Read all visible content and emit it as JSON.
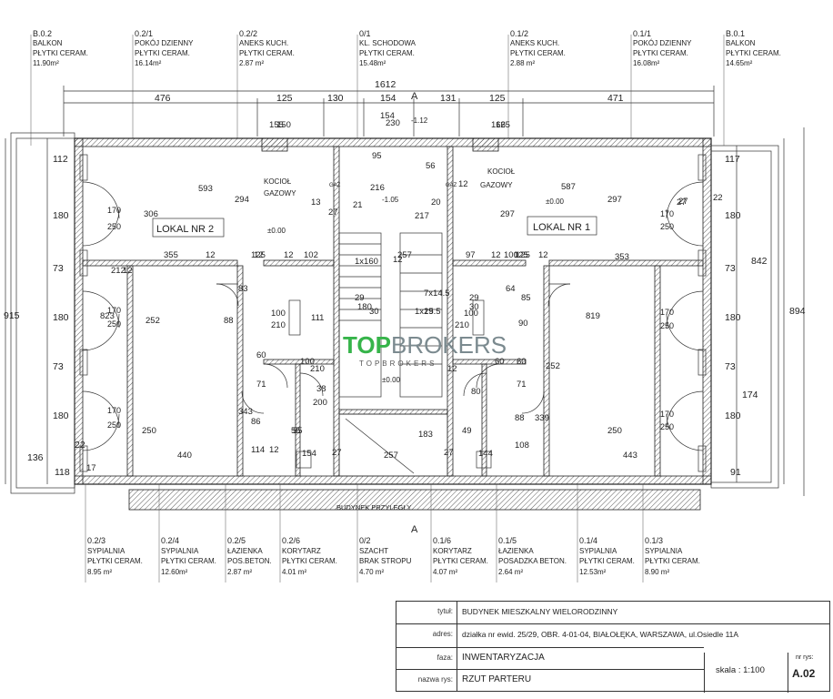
{
  "title_block": {
    "title_label": "tytuł:",
    "title": "BUDYNEK MIESZKALNY WIELORODZINNY",
    "address_label": "adres:",
    "address": "działka nr ewid. 25/29, OBR. 4-01-04, BIAŁOŁĘKA, WARSZAWA, ul.Osiedle 11A",
    "phase_label": "faza:",
    "phase": "INWENTARYZACJA",
    "drawing_label": "nazwa rys:",
    "drawing_name": "RZUT PARTERU",
    "scale": "skala : 1:100",
    "drawing_no_label": "nr rys:",
    "drawing_no": "A.02"
  },
  "watermark": {
    "part1": "TOP",
    "part2": "BROKERS",
    "sub": "TOPBROKERS"
  },
  "units": {
    "left": "LOKAL NR 2",
    "right": "LOKAL NR 1"
  },
  "adjacent_building": "BUDYNEK PRZYLEGŁY",
  "section_mark": "A",
  "rooms_top": [
    {
      "code": "B.0.2",
      "name": "BALKON",
      "floor": "PŁYTKI CERAM.",
      "area": "11.90m²"
    },
    {
      "code": "0.2/1",
      "name": "POKÓJ DZIENNY",
      "floor": "PŁYTKI CERAM.",
      "area": "16.14m²"
    },
    {
      "code": "0.2/2",
      "name": "ANEKS KUCH.",
      "floor": "PŁYTKI CERAM.",
      "area": "2.87 m²"
    },
    {
      "code": "0/1",
      "name": "KL. SCHODOWA",
      "floor": "PŁYTKI CERAM.",
      "area": "15.48m²"
    },
    {
      "code": "0.1/2",
      "name": "ANEKS KUCH.",
      "floor": "PŁYTKI CERAM.",
      "area": "2.88 m²"
    },
    {
      "code": "0.1/1",
      "name": "POKÓJ DZIENNY",
      "floor": "PŁYTKI CERAM.",
      "area": "16.08m²"
    },
    {
      "code": "B.0.1",
      "name": "BALKON",
      "floor": "PŁYTKI CERAM.",
      "area": "14.65m²"
    }
  ],
  "rooms_bottom": [
    {
      "code": "0.2/3",
      "name": "SYPIALNIA",
      "floor": "PŁYTKI CERAM.",
      "area": "8.95 m²"
    },
    {
      "code": "0.2/4",
      "name": "SYPIALNIA",
      "floor": "PŁYTKI CERAM.",
      "area": "12.60m²"
    },
    {
      "code": "0.2/5",
      "name": "ŁAZIENKA",
      "floor": "POS.BETON.",
      "area": "2.87 m²"
    },
    {
      "code": "0.2/6",
      "name": "KORYTARZ",
      "floor": "PŁYTKI CERAM.",
      "area": "4.01 m²"
    },
    {
      "code": "0/2",
      "name": "SZACHT",
      "floor": "BRAK STROPU",
      "area": "4.70 m²"
    },
    {
      "code": "0.1/6",
      "name": "KORYTARZ",
      "floor": "PŁYTKI CERAM.",
      "area": "4.07 m²"
    },
    {
      "code": "0.1/5",
      "name": "ŁAZIENKA",
      "floor": "POSADZKA BETON.",
      "area": "2.64 m²"
    },
    {
      "code": "0.1/4",
      "name": "SYPIALNIA",
      "floor": "PŁYTKI CERAM.",
      "area": "12.53m²"
    },
    {
      "code": "0.1/3",
      "name": "SYPIALNIA",
      "floor": "PŁYTKI CERAM.",
      "area": "8.90 m²"
    }
  ],
  "labels": {
    "boiler": "KOCIOŁ",
    "gas": "GAZOWY",
    "level_zero": "±0.00",
    "level_105": "-1.05",
    "level_112": "-1.12",
    "gaz": "GAZ"
  },
  "dims": {
    "overall": "1612",
    "top": [
      "476",
      "125",
      "130",
      "154",
      "131",
      "125",
      "471"
    ],
    "left_side": [
      "915",
      "136",
      "118"
    ],
    "right_side": [
      "842",
      "894",
      "174",
      "91"
    ],
    "left_vert": [
      "112",
      "180",
      "73",
      "180",
      "73",
      "180",
      "22"
    ],
    "right_vert": [
      "117",
      "180",
      "73",
      "180",
      "73",
      "180"
    ],
    "win_left": [
      [
        "170",
        "250"
      ],
      [
        "170",
        "250"
      ],
      [
        "170",
        "250"
      ]
    ],
    "win_right": [
      [
        "170",
        "250"
      ],
      [
        "170",
        "250"
      ],
      [
        "170",
        "250"
      ]
    ],
    "interior": [
      "593",
      "294",
      "306",
      "355",
      "12",
      "125",
      "12",
      "102",
      "13",
      "27",
      "21",
      "216",
      "95",
      "55",
      "217",
      "257",
      "20",
      "12",
      "297",
      "587",
      "297",
      "27",
      "22",
      "353",
      "97",
      "12",
      "125",
      "12",
      "252",
      "819",
      "252",
      "823",
      "440",
      "250",
      "343",
      "86",
      "114",
      "12",
      "55",
      "154",
      "27",
      "257",
      "183",
      "27",
      "144",
      "339",
      "88",
      "108",
      "250",
      "443",
      "17",
      "27",
      "88",
      "83",
      "71",
      "60",
      "111",
      "100",
      "210",
      "12",
      "64",
      "85",
      "90",
      "60",
      "71",
      "100",
      "210",
      "49",
      "38",
      "200",
      "80",
      "60",
      "100",
      "210",
      "12",
      "125",
      "155",
      "150",
      "166",
      "125",
      "230",
      "154",
      "56",
      "1x160",
      "29",
      "12",
      "7x14.5",
      "180",
      "30",
      "1x15.5",
      "29",
      "29",
      "30",
      "100",
      "212",
      "12"
    ]
  }
}
